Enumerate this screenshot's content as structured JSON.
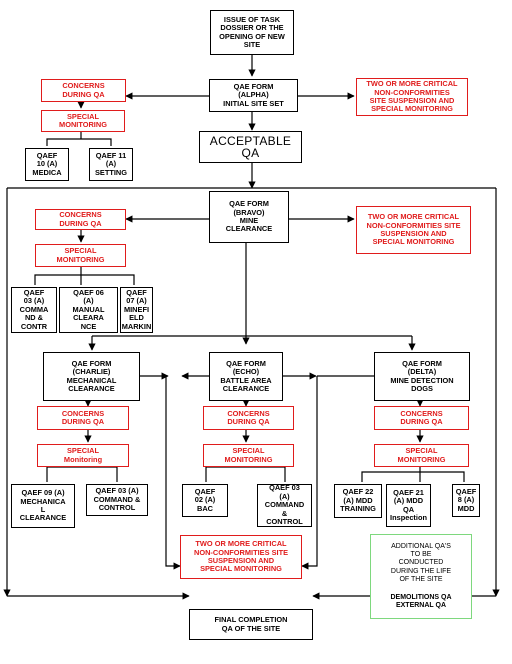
{
  "nodes": {
    "issue": "ISSUE OF TASK\nDOSSIER OR THE\nOPENING OF NEW\nSITE",
    "alpha": "QAE FORM\n(ALPHA)\nINITIAL SITE SET",
    "concerns_alpha": "CONCERNS\nDURING QA",
    "special_alpha": "SPECIAL\nMONITORING",
    "two_alpha": "TWO OR MORE CRITICAL\nNON-CONFORMITIES\nSITE SUSPENSION AND\nSPECIAL MONITORING",
    "qaef10": "QAEF\n10 (A)\nMEDICA",
    "qaef11": "QAEF 11\n(A)\nSETTING",
    "acceptable": "ACCEPTABLE\nQA",
    "bravo": "QAE FORM\n(BRAVO)\nMINE\nCLEARANCE",
    "concerns_bravo": "CONCERNS\nDURING QA",
    "special_bravo": "SPECIAL\nMONITORING",
    "two_bravo": "TWO OR MORE CRITICAL\nNON-CONFORMITIES SITE\nSUSPENSION AND\nSPECIAL MONITORING",
    "qaef03a": "QAEF\n03 (A)\nCOMMA\nND &\nCONTR",
    "qaef06": "QAEF 06\n(A)\nMANUAL\nCLEARA\nNCE",
    "qaef07": "QAEF\n07 (A)\nMINEFI\nELD\nMARKIN",
    "charlie": "QAE FORM\n(CHARLIE)\nMECHANICAL\nCLEARANCE",
    "echo": "QAE FORM\n(ECHO)\nBATTLE AREA\nCLEARANCE",
    "delta": "QAE FORM\n(DELTA)\nMINE DETECTION\nDOGS",
    "concerns_charlie": "CONCERNS\nDURING QA",
    "concerns_echo": "CONCERNS\nDURING QA",
    "concerns_delta": "CONCERNS\nDURING QA",
    "special_charlie": "SPECIAL\nMonitoring",
    "special_echo": "SPECIAL\nMONITORING",
    "special_delta": "SPECIAL\nMONITORING",
    "qaef09": "QAEF 09 (A)\nMECHANICA\nL\nCLEARANCE",
    "qaef03c": "QAEF 03 (A)\nCOMMAND &\nCONTROL",
    "qaef02": "QAEF\n02 (A)\nBAC",
    "qaef03e": "QAEF 03\n(A)\nCOMMAND\n&\nCONTROL",
    "qaef22": "QAEF 22\n(A) MDD\nTRAINING",
    "qaef21": "QAEF 21\n(A) MDD\nQA\nInspection",
    "qaef08": "QAEF\n8 (A)\nMDD",
    "two_echo": "TWO OR MORE CRITICAL\nNON-CONFORMITIES SITE\nSUSPENSION AND\nSPECIAL MONITORING",
    "additional": "ADDITIONAL QA'S\nTO BE\nCONDUCTED\nDURING THE LIFE\nOF THE SITE",
    "demolitions": "DEMOLITIONS QA\nEXTERNAL QA",
    "final": "FINAL COMPLETION\nQA OF THE SITE"
  },
  "colors": {
    "line": "#000000",
    "red": "#e01c1c",
    "green_border": "#7ed87e"
  }
}
